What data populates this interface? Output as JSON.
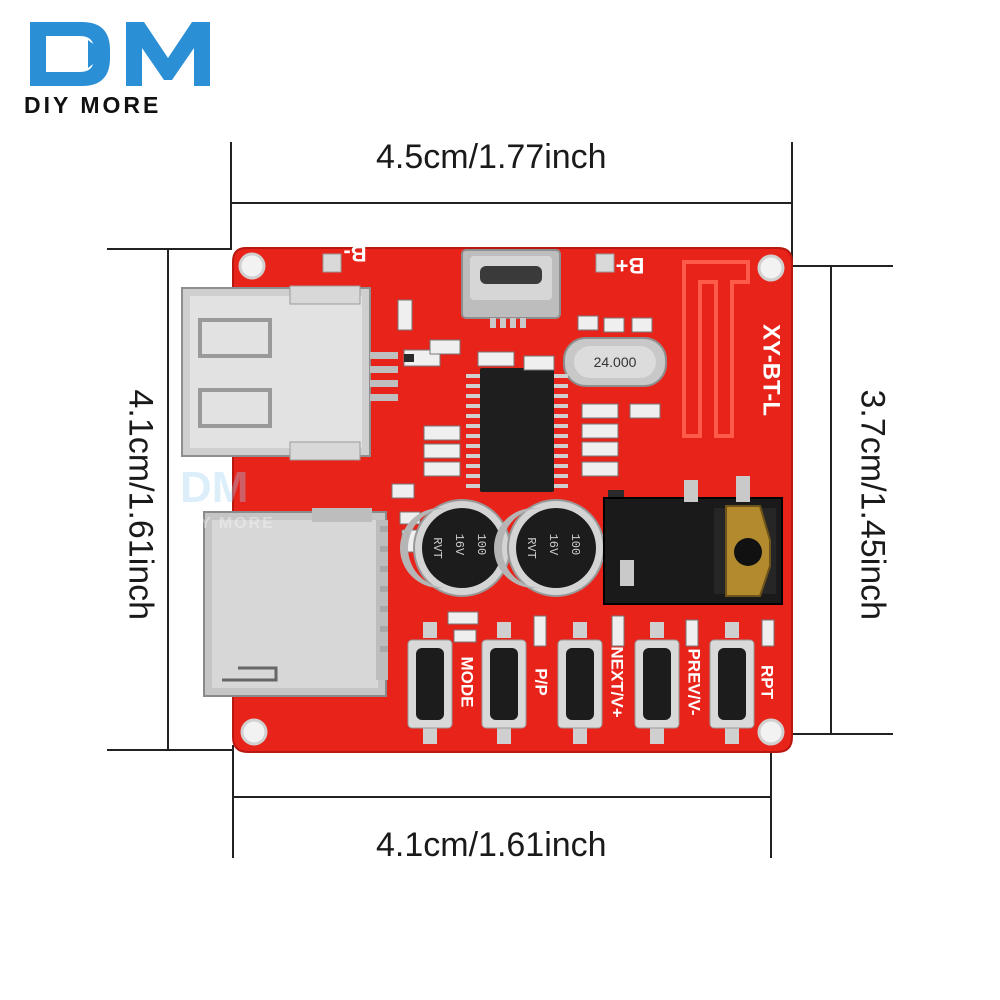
{
  "brand": {
    "logo_text": "DM",
    "tagline": "DIY MORE",
    "watermark_text": "DM",
    "watermark_tagline": "DIY MORE"
  },
  "dimensions": {
    "top": "4.5cm/1.77inch",
    "bottom": "4.1cm/1.61inch",
    "left": "4.1cm/1.61inch",
    "right": "3.7cm/1.45inch"
  },
  "board": {
    "model": "XY-BT-L",
    "pad_minus": "B-",
    "pad_plus": "B+",
    "crystal": "24.000",
    "capacitor_label": [
      "100",
      "16V",
      "RVT"
    ],
    "buttons": [
      "MODE",
      "P/P",
      "NEXT/V+",
      "PREV/V-",
      "RPT"
    ],
    "colors": {
      "pcb": "#e8231a",
      "silkscreen": "#ffffff",
      "metal": "#c9c9c9"
    }
  }
}
